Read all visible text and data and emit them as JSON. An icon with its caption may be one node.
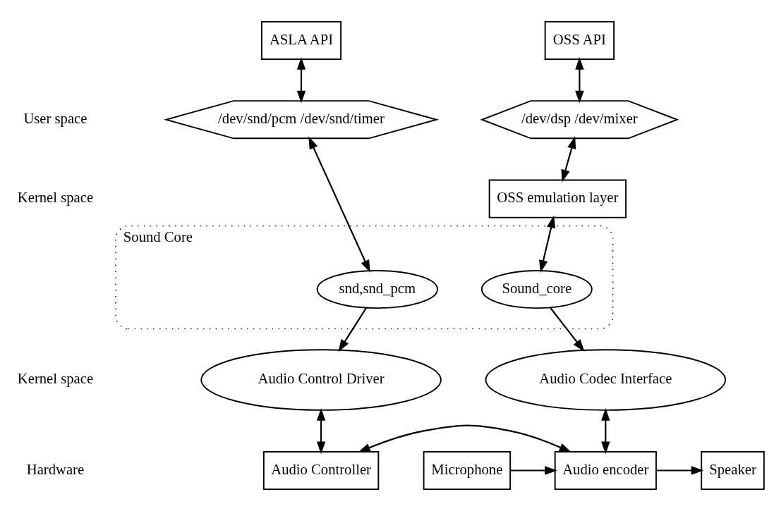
{
  "diagram": {
    "nodes": [
      {
        "text": [
          "ASLA API"
        ]
      },
      {
        "text": [
          "OSS API"
        ]
      },
      {
        "text": [
          "/dev/snd/pcm /dev/snd/timer"
        ]
      },
      {
        "text": [
          "/dev/dsp /dev/mixer"
        ]
      },
      {
        "text": [
          "OSS emulation layer"
        ]
      },
      {
        "text": [
          "Sound Core"
        ]
      },
      {
        "text": [
          "snd,snd_pcm"
        ],
        "in": 5
      },
      {
        "text": [
          "Sound_core"
        ],
        "in": 5
      },
      {
        "text": [
          "Audio Control Driver"
        ]
      },
      {
        "text": [
          "Audio Codec Interface"
        ]
      },
      {
        "text": [
          "Microphone"
        ]
      },
      {
        "text": [
          "Audio Controller"
        ]
      },
      {
        "text": [
          "Audio encoder"
        ]
      },
      {
        "text": [
          "Speaker"
        ]
      }
    ],
    "edges": [
      {
        "from": 0,
        "to": 2,
        "arrow": "both"
      },
      {
        "from": 1,
        "to": 3,
        "arrow": "both"
      },
      {
        "from": 3,
        "to": 4,
        "arrow": "both"
      },
      {
        "from": 2,
        "to": 6,
        "arrow": "both"
      },
      {
        "from": 4,
        "to": 7,
        "arrow": "both"
      },
      {
        "from": 6,
        "to": 8,
        "arrow": "to"
      },
      {
        "from": 7,
        "to": 9,
        "arrow": "to"
      },
      {
        "from": 8,
        "to": 11,
        "arrow": "both"
      },
      {
        "from": 9,
        "to": 12,
        "arrow": "both"
      },
      {
        "from": 11,
        "to": 12,
        "arrow": "both"
      },
      {
        "from": 10,
        "to": 12,
        "arrow": "to"
      },
      {
        "from": 12,
        "to": 13,
        "arrow": "to"
      }
    ],
    "labels": [
      "User space",
      "Kernel space",
      "Kernel space",
      "Hardware"
    ]
  }
}
